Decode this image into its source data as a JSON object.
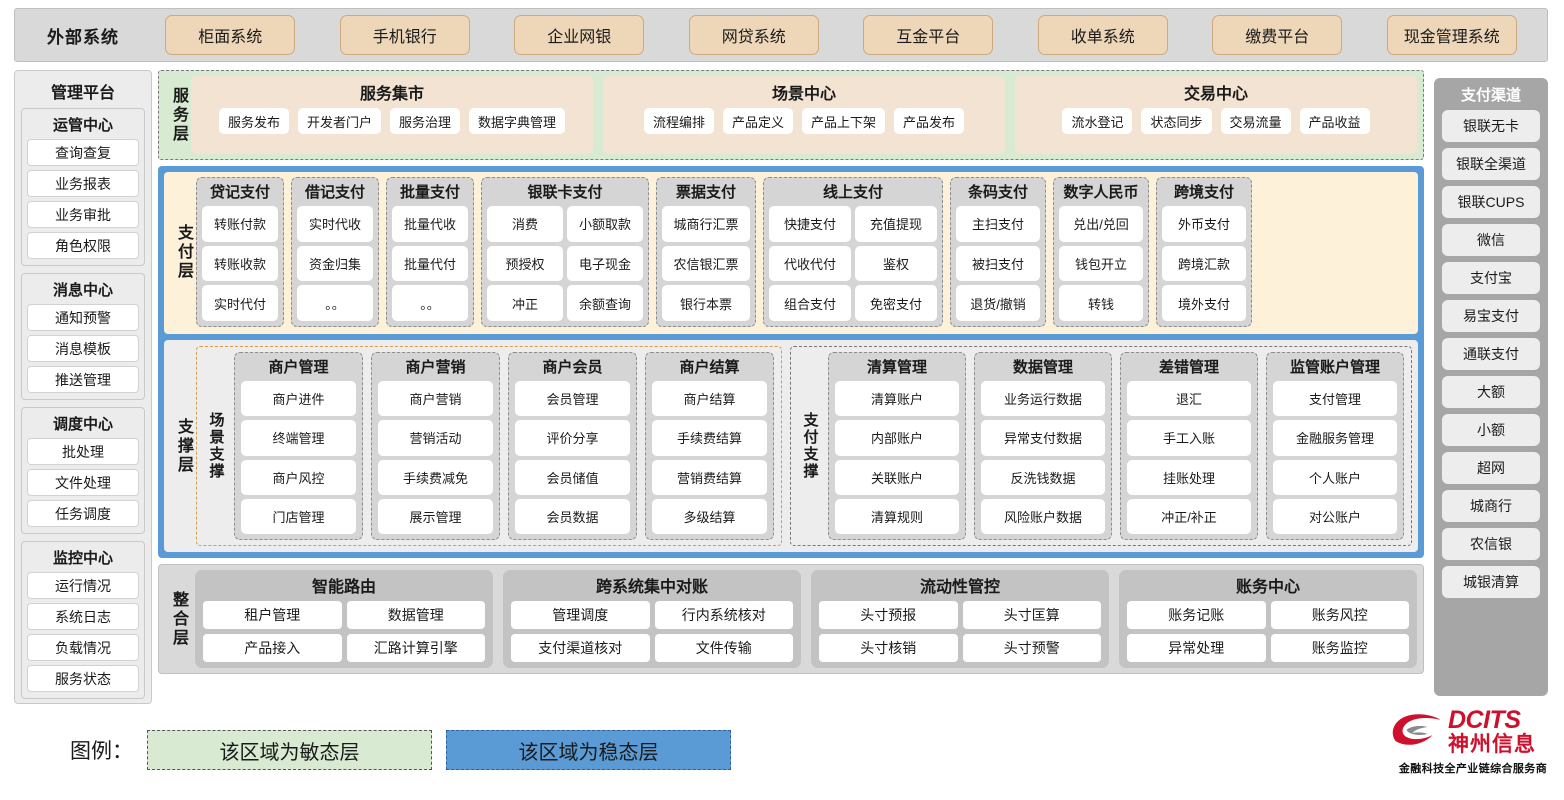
{
  "external": {
    "title": "外部系统",
    "items": [
      "柜面系统",
      "手机银行",
      "企业网银",
      "网贷系统",
      "互金平台",
      "收单系统",
      "缴费平台",
      "现金管理系统"
    ]
  },
  "management": {
    "title": "管理平台",
    "groups": [
      {
        "title": "运管中心",
        "items": [
          "查询查复",
          "业务报表",
          "业务审批",
          "角色权限"
        ]
      },
      {
        "title": "消息中心",
        "items": [
          "通知预警",
          "消息模板",
          "推送管理"
        ]
      },
      {
        "title": "调度中心",
        "items": [
          "批处理",
          "文件处理",
          "任务调度"
        ]
      },
      {
        "title": "监控中心",
        "items": [
          "运行情况",
          "系统日志",
          "负载情况",
          "服务状态"
        ]
      }
    ]
  },
  "service_layer": {
    "label": "服务层",
    "cards": [
      {
        "title": "服务集市",
        "items": [
          "服务发布",
          "开发者门户",
          "服务治理",
          "数据字典管理"
        ]
      },
      {
        "title": "场景中心",
        "items": [
          "流程编排",
          "产品定义",
          "产品上下架",
          "产品发布"
        ]
      },
      {
        "title": "交易中心",
        "items": [
          "流水登记",
          "状态同步",
          "交易流量",
          "产品收益"
        ]
      }
    ]
  },
  "payment_layer": {
    "label": "支付层",
    "columns": [
      {
        "title": "贷记支付",
        "cols": 1,
        "width": 88,
        "items": [
          "转账付款",
          "转账收款",
          "实时代付"
        ]
      },
      {
        "title": "借记支付",
        "cols": 1,
        "width": 88,
        "items": [
          "实时代收",
          "资金归集",
          "。。"
        ]
      },
      {
        "title": "批量支付",
        "cols": 1,
        "width": 88,
        "items": [
          "批量代收",
          "批量代付",
          "。。"
        ]
      },
      {
        "title": "银联卡支付",
        "cols": 2,
        "width": 168,
        "items": [
          "消费",
          "小额取款",
          "预授权",
          "电子现金",
          "冲正",
          "余额查询"
        ]
      },
      {
        "title": "票据支付",
        "cols": 1,
        "width": 100,
        "items": [
          "城商行汇票",
          "农信银汇票",
          "银行本票"
        ]
      },
      {
        "title": "线上支付",
        "cols": 2,
        "width": 180,
        "items": [
          "快捷支付",
          "充值提现",
          "代收代付",
          "鉴权",
          "组合支付",
          "免密支付"
        ]
      },
      {
        "title": "条码支付",
        "cols": 1,
        "width": 96,
        "items": [
          "主扫支付",
          "被扫支付",
          "退货/撤销"
        ]
      },
      {
        "title": "数字人民币",
        "cols": 1,
        "width": 96,
        "items": [
          "兑出/兑回",
          "钱包开立",
          "转钱"
        ]
      },
      {
        "title": "跨境支付",
        "cols": 1,
        "width": 96,
        "items": [
          "外币支付",
          "跨境汇款",
          "境外支付"
        ]
      }
    ]
  },
  "support_layer": {
    "label": "支撑层",
    "zones": [
      {
        "label": "场景支撑",
        "columns": [
          {
            "title": "商户管理",
            "items": [
              "商户进件",
              "终端管理",
              "商户风控",
              "门店管理"
            ]
          },
          {
            "title": "商户营销",
            "items": [
              "商户营销",
              "营销活动",
              "手续费减免",
              "展示管理"
            ]
          },
          {
            "title": "商户会员",
            "items": [
              "会员管理",
              "评价分享",
              "会员储值",
              "会员数据"
            ]
          },
          {
            "title": "商户结算",
            "items": [
              "商户结算",
              "手续费结算",
              "营销费结算",
              "多级结算"
            ]
          }
        ]
      },
      {
        "label": "支付支撑",
        "columns": [
          {
            "title": "清算管理",
            "items": [
              "清算账户",
              "内部账户",
              "关联账户",
              "清算规则"
            ]
          },
          {
            "title": "数据管理",
            "items": [
              "业务运行数据",
              "异常支付数据",
              "反洗钱数据",
              "风险账户数据"
            ]
          },
          {
            "title": "差错管理",
            "items": [
              "退汇",
              "手工入账",
              "挂账处理",
              "冲正/补正"
            ]
          },
          {
            "title": "监管账户管理",
            "items": [
              "支付管理",
              "金融服务管理",
              "个人账户",
              "对公账户"
            ]
          }
        ]
      }
    ]
  },
  "integration_layer": {
    "label": "整合层",
    "cards": [
      {
        "title": "智能路由",
        "items": [
          "租户管理",
          "数据管理",
          "产品接入",
          "汇路计算引擎"
        ]
      },
      {
        "title": "跨系统集中对账",
        "items": [
          "管理调度",
          "行内系统核对",
          "支付渠道核对",
          "文件传输"
        ]
      },
      {
        "title": "流动性管控",
        "items": [
          "头寸预报",
          "头寸匡算",
          "头寸核销",
          "头寸预警"
        ]
      },
      {
        "title": "账务中心",
        "items": [
          "账务记账",
          "账务风控",
          "异常处理",
          "账务监控"
        ]
      }
    ]
  },
  "channels": {
    "title": "支付渠道",
    "items": [
      "银联无卡",
      "银联全渠道",
      "银联CUPS",
      "微信",
      "支付宝",
      "易宝支付",
      "通联支付",
      "大额",
      "小额",
      "超网",
      "城商行",
      "农信银",
      "城银清算"
    ]
  },
  "legend": {
    "label": "图例：",
    "agile": "该区域为敏态层",
    "stable": "该区域为稳态层",
    "agile_color": "#d9ead3",
    "stable_color": "#5b9bd5"
  },
  "logo": {
    "en": "DCITS",
    "cn": "神州信息",
    "tagline": "金融科技全产业链综合服务商",
    "color": "#cf102d"
  }
}
